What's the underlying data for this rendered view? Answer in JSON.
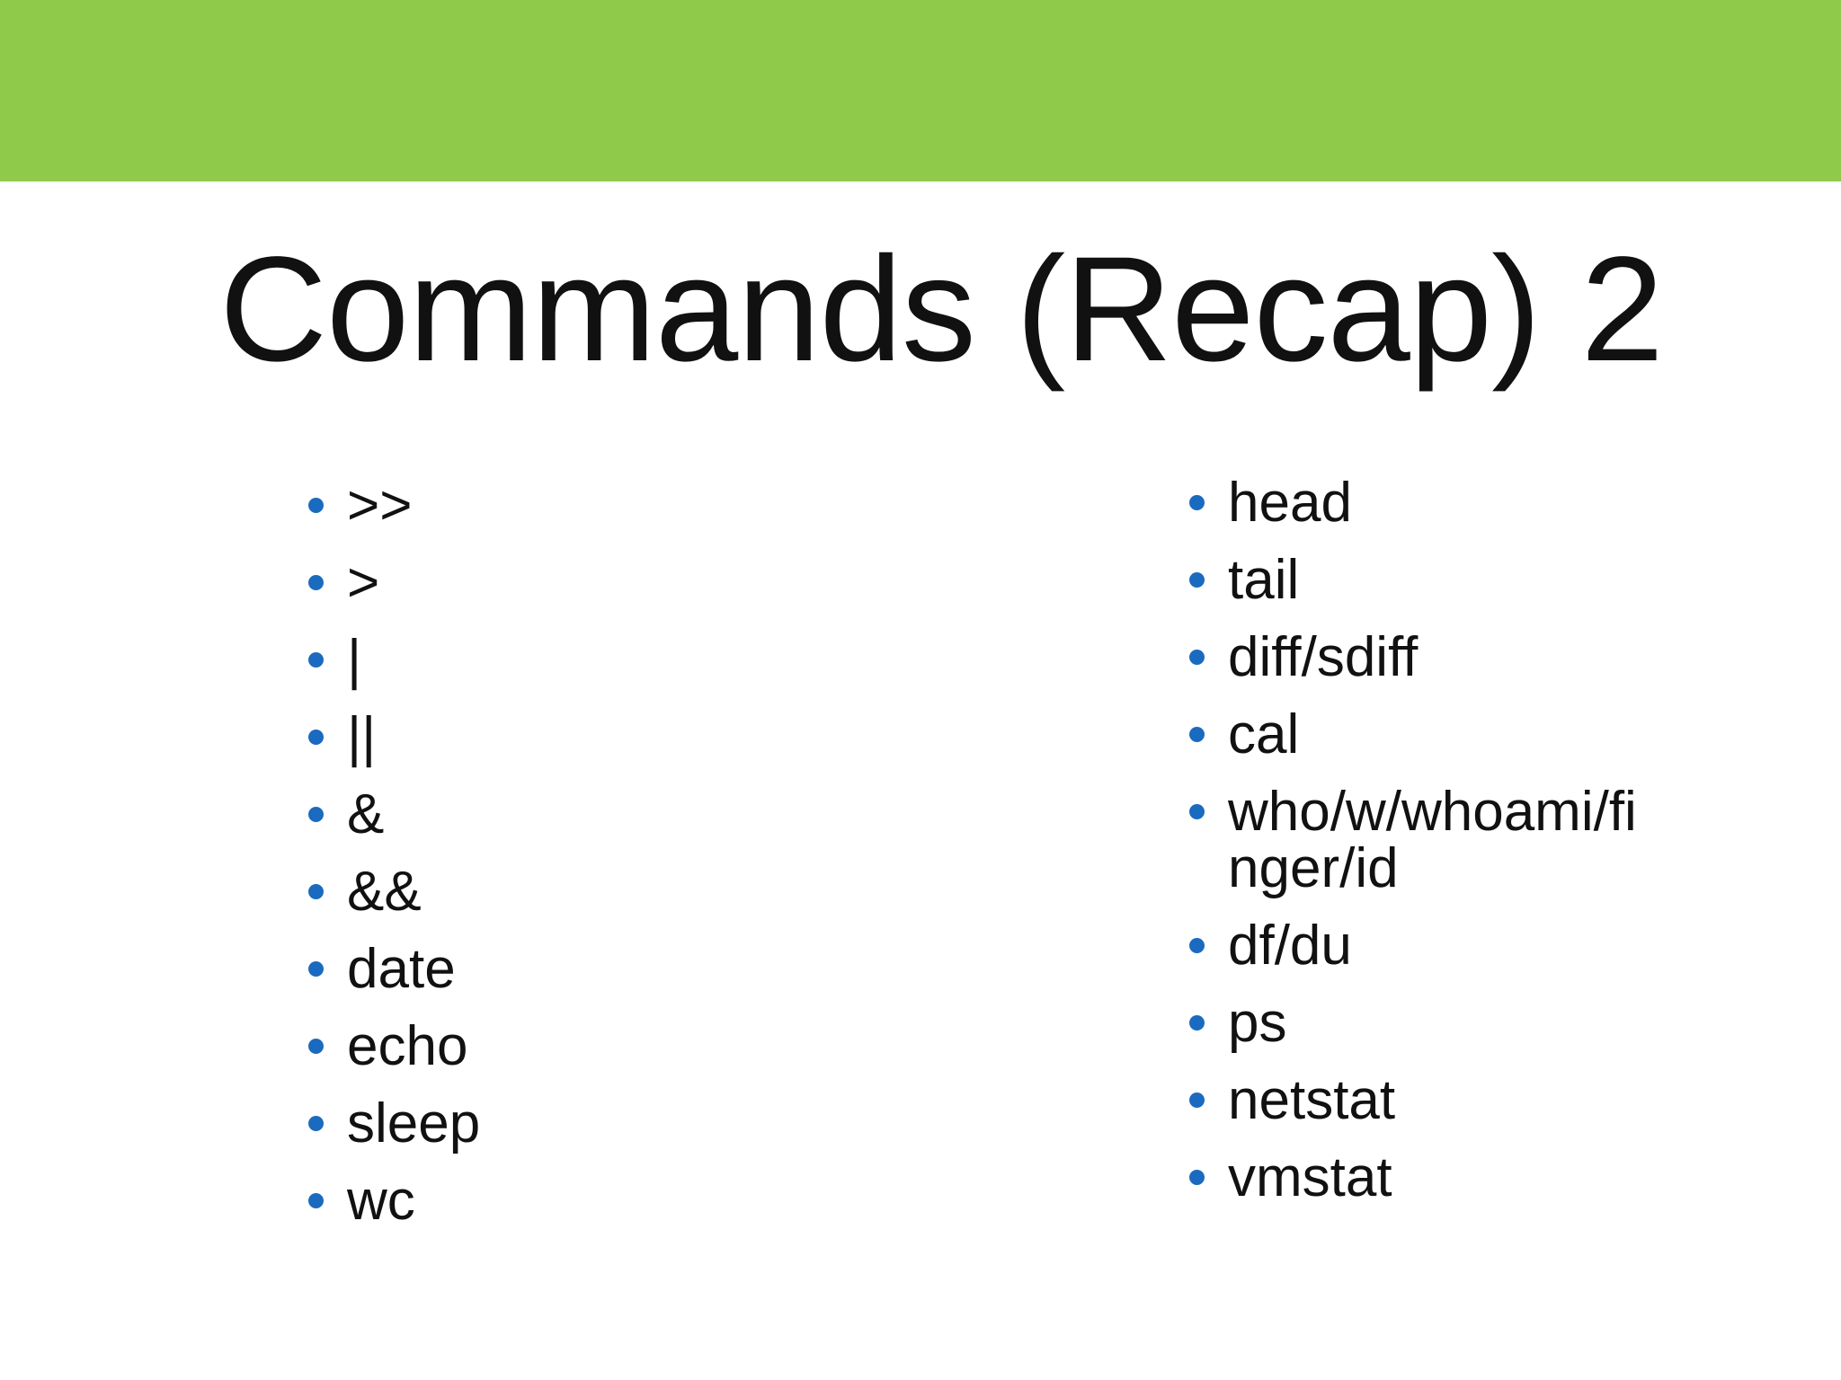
{
  "slide": {
    "title": "Commands (Recap) 2",
    "columns": {
      "left": {
        "items": [
          ">>",
          ">",
          "|",
          "||",
          "&",
          "&&",
          "date",
          "echo",
          "sleep",
          "wc"
        ]
      },
      "right": {
        "items": [
          "head",
          "tail",
          "diff/sdiff",
          "cal",
          "who/w/whoami/finger/id",
          "df/du",
          "ps",
          "netstat",
          "vmstat"
        ]
      }
    },
    "colors": {
      "header_bar": "#8fca4a",
      "bullet": "#1a6bbf",
      "text": "#111111",
      "background": "#ffffff"
    }
  }
}
